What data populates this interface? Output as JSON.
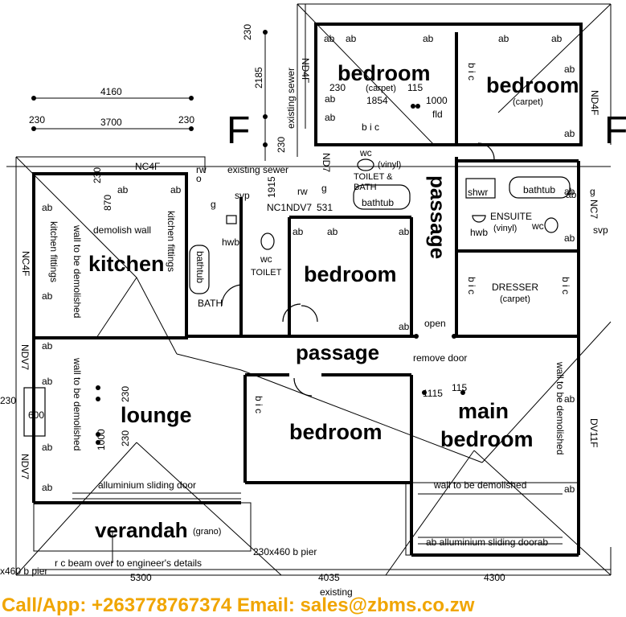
{
  "rooms": {
    "bedroom_top_left": "bedroom",
    "bedroom_top_right": "bedroom",
    "carpet": "(carpet)",
    "passage_vertical": "passage",
    "kitchen": "kitchen",
    "bedroom_center": "bedroom",
    "bath": "BATH",
    "toilet": "TOILET",
    "toilet_bath": "TOILET &",
    "toilet_bath_2": "BATH",
    "ensuite": "ENSUITE",
    "vinyl": "(vinyl)",
    "dresser": "DRESSER",
    "passage_horizontal": "passage",
    "lounge": "lounge",
    "bedroom_lower": "bedroom",
    "main_bedroom_1": "main",
    "main_bedroom_2": "bedroom",
    "verandah": "verandah",
    "grano": "(grano)"
  },
  "dimensions": {
    "d4160": "4160",
    "d3700": "3700",
    "d230": "230",
    "d2185": "2185",
    "d1854": "1854",
    "d115": "115",
    "d1000": "1000",
    "d600": "600",
    "d1915": "1915",
    "d870": "870",
    "d531": "531",
    "d1115": "1115",
    "d5300": "5300",
    "d4035": "4035",
    "d4300": "4300",
    "d460": "230x460 b pier",
    "existing": "existing"
  },
  "notes": {
    "ab": "ab",
    "bic": "b i c",
    "bic_v": "b i c",
    "fld": "fld",
    "wc": "wc",
    "hwb": "hwb",
    "shwr": "shwr",
    "bathtub": "bathtub",
    "svp": "svp",
    "rw": "rw",
    "g": "g",
    "o": "o",
    "existing_sewer": "existing sewer",
    "existing_sewer_v": "existing sewer",
    "demolish_wall": "demolish wall",
    "kitchen_fittings": "kitchen fittings",
    "wall_demolished": "wall to be demolished",
    "alu_door": "alluminium sliding door",
    "alu_door_main": "ab alluminium sliding doorab",
    "remove_door": "remove door",
    "open": "open",
    "rc_beam": "r c beam over to engineer's details",
    "b_pier": "230x460 b pier",
    "b_pier_left": "x460 b pier",
    "nc4f": "NC4F",
    "nd4f": "ND4F",
    "ndv7": "NDV7",
    "nc7": "NC7",
    "dv11f": "DV11F",
    "nc1ndv7": "NC1NDV7",
    "nd7": "ND7",
    "f": "F"
  },
  "footer": {
    "contact": "Call/App: +263778767374  Email: sales@zbms.co.zw"
  }
}
